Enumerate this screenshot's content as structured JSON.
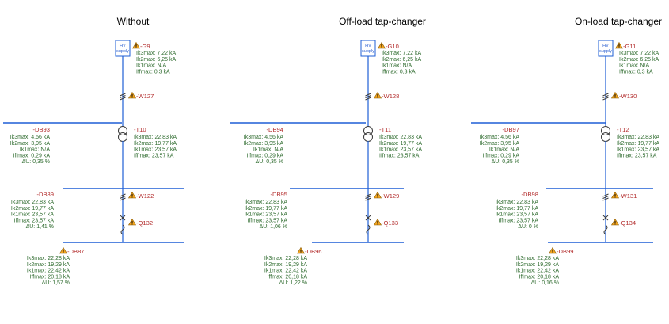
{
  "columns": [
    {
      "title": "Without",
      "supply": {
        "label": [
          "HV",
          "supply"
        ],
        "id": "-G9",
        "lines": [
          "Ik3max: 7,22 kA",
          "Ik2max: 6,25 kA",
          "Ik1max: N/A",
          "Iffmax: 0,3 kA"
        ]
      },
      "cable_top": {
        "id": "-W127"
      },
      "bus1": {
        "id": "-DB93",
        "lines": [
          "Ik3max: 4,56 kA",
          "Ik2max: 3,95 kA",
          "Ik1max: N/A",
          "Iffmax: 0,29 kA",
          "ΔU: 0,35 %"
        ]
      },
      "transformer": {
        "id": "-T10",
        "lines": [
          "Ik3max: 22,83 kA",
          "Ik2max: 19,77 kA",
          "Ik1max: 23,57 kA",
          "Iffmax: 23,57 kA"
        ]
      },
      "bus2": {
        "id": "-DB89",
        "lines": [
          "Ik3max: 22,83 kA",
          "Ik2max: 19,77 kA",
          "Ik1max: 23,57 kA",
          "Iffmax: 23,57 kA",
          "ΔU: 1,41 %"
        ]
      },
      "cable_bottom": {
        "id": "-W122"
      },
      "breaker": {
        "id": "-Q132"
      },
      "bus3": {
        "id": "-DB87",
        "lines": [
          "Ik3max: 22,28 kA",
          "Ik2max: 19,29 kA",
          "Ik1max: 22,42 kA",
          "Iffmax: 20,18 kA",
          "ΔU: 1,57 %"
        ]
      }
    },
    {
      "title": "Off-load tap-changer",
      "supply": {
        "label": [
          "HV",
          "supply"
        ],
        "id": "-G10",
        "lines": [
          "Ik3max: 7,22 kA",
          "Ik2max: 6,25 kA",
          "Ik1max: N/A",
          "Iffmax: 0,3 kA"
        ]
      },
      "cable_top": {
        "id": "-W128"
      },
      "bus1": {
        "id": "-DB94",
        "lines": [
          "Ik3max: 4,56 kA",
          "Ik2max: 3,95 kA",
          "Ik1max: N/A",
          "Iffmax: 0,29 kA",
          "ΔU: 0,35 %"
        ]
      },
      "transformer": {
        "id": "-T11",
        "lines": [
          "Ik3max: 22,83 kA",
          "Ik2max: 19,77 kA",
          "Ik1max: 23,57 kA",
          "Iffmax: 23,57 kA"
        ]
      },
      "bus2": {
        "id": "-DB95",
        "lines": [
          "Ik3max: 22,83 kA",
          "Ik2max: 19,77 kA",
          "Ik1max: 23,57 kA",
          "Iffmax: 23,57 kA",
          "ΔU: 1,06 %"
        ]
      },
      "cable_bottom": {
        "id": "-W129"
      },
      "breaker": {
        "id": "-Q133"
      },
      "bus3": {
        "id": "-DB96",
        "lines": [
          "Ik3max: 22,28 kA",
          "Ik2max: 19,29 kA",
          "Ik1max: 22,42 kA",
          "Iffmax: 20,18 kA",
          "ΔU: 1,22 %"
        ]
      }
    },
    {
      "title": "On-load tap-changer",
      "supply": {
        "label": [
          "HV",
          "supply"
        ],
        "id": "-G11",
        "lines": [
          "Ik3max: 7,22 kA",
          "Ik2max: 6,25 kA",
          "Ik1max: N/A",
          "Iffmax: 0,3 kA"
        ]
      },
      "cable_top": {
        "id": "-W130"
      },
      "bus1": {
        "id": "-DB97",
        "lines": [
          "Ik3max: 4,56 kA",
          "Ik2max: 3,95 kA",
          "Ik1max: N/A",
          "Iffmax: 0,29 kA",
          "ΔU: 0,35 %"
        ]
      },
      "transformer": {
        "id": "-T12",
        "lines": [
          "Ik3max: 22,83 kA",
          "Ik2max: 19,77 kA",
          "Ik1max: 23,57 kA",
          "Iffmax: 23,57 kA"
        ]
      },
      "bus2": {
        "id": "-DB98",
        "lines": [
          "Ik3max: 22,83 kA",
          "Ik2max: 19,77 kA",
          "Ik1max: 23,57 kA",
          "Iffmax: 23,57 kA",
          "ΔU: 0 %"
        ]
      },
      "cable_bottom": {
        "id": "-W131"
      },
      "breaker": {
        "id": "-Q134"
      },
      "bus3": {
        "id": "-DB99",
        "lines": [
          "Ik3max: 22,28 kA",
          "Ik2max: 19,29 kA",
          "Ik1max: 22,42 kA",
          "Iffmax: 20,18 kA",
          "ΔU: 0,16 %"
        ]
      }
    }
  ],
  "colors": {
    "wire": "#1f5fd6",
    "label": "#2e6b2e",
    "device": "#b22a2a",
    "warning": "#f2a521"
  }
}
